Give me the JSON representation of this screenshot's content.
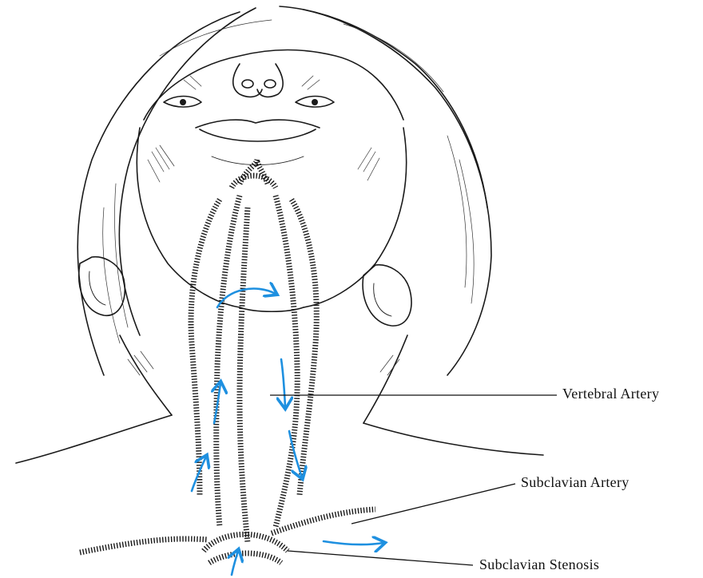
{
  "labels": {
    "vertebral_artery": "Vertebral Artery",
    "subclavian_artery": "Subclavian Artery",
    "subclavian_stenosis": "Subclavian Stenosis"
  },
  "colors": {
    "flow_arrow": "#1e90e0",
    "ink": "#1a1a1a",
    "background": "#ffffff"
  }
}
